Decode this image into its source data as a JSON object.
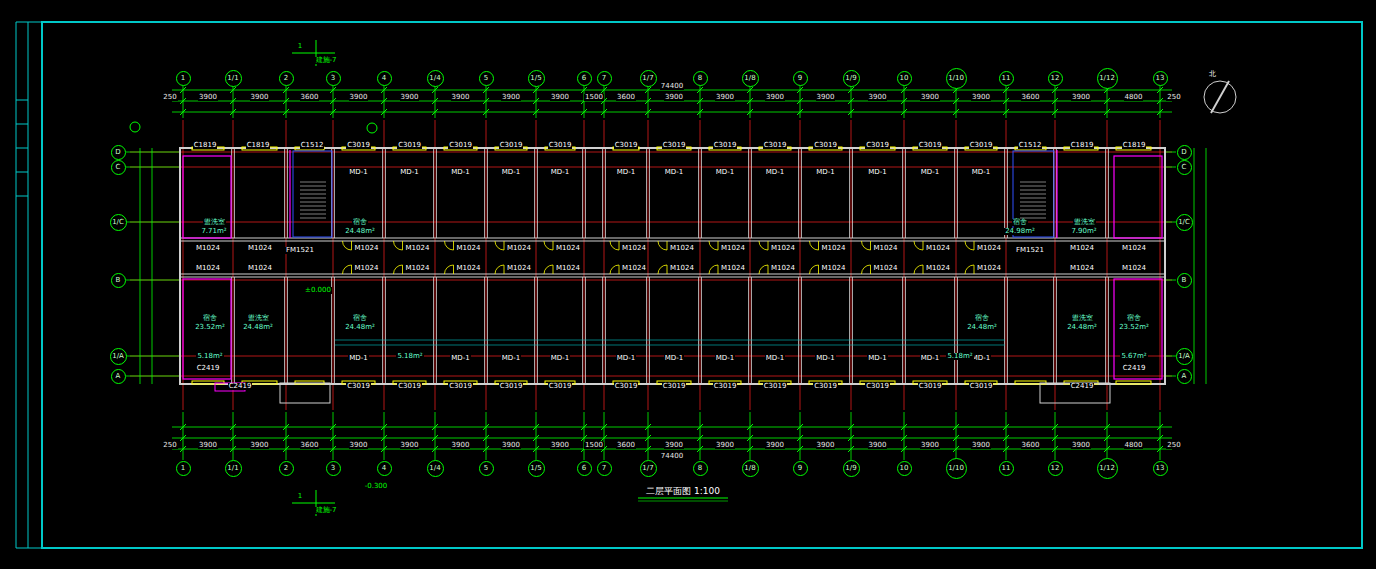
{
  "diagram": {
    "caption": "二层平面图 1:100",
    "nodes": [
      {
        "text": [
          "1"
        ]
      },
      {
        "text": [
          "1/1"
        ]
      },
      {
        "text": [
          "2"
        ]
      },
      {
        "text": [
          "3"
        ]
      },
      {
        "text": [
          "4"
        ]
      },
      {
        "text": [
          "1/4"
        ]
      },
      {
        "text": [
          "5"
        ]
      },
      {
        "text": [
          "1/5"
        ]
      },
      {
        "text": [
          "6"
        ]
      },
      {
        "text": [
          "7"
        ]
      },
      {
        "text": [
          "1/7"
        ]
      },
      {
        "text": [
          "8"
        ]
      },
      {
        "text": [
          "1/8"
        ]
      },
      {
        "text": [
          "9"
        ]
      },
      {
        "text": [
          "1/9"
        ]
      },
      {
        "text": [
          "10"
        ]
      },
      {
        "text": [
          "1/10"
        ]
      },
      {
        "text": [
          "11"
        ]
      },
      {
        "text": [
          "12"
        ]
      },
      {
        "text": [
          "1/12"
        ]
      },
      {
        "text": [
          "13"
        ]
      },
      {
        "text": [
          "1"
        ]
      },
      {
        "text": [
          "1/1"
        ]
      },
      {
        "text": [
          "2"
        ]
      },
      {
        "text": [
          "3"
        ]
      },
      {
        "text": [
          "4"
        ]
      },
      {
        "text": [
          "1/4"
        ]
      },
      {
        "text": [
          "5"
        ]
      },
      {
        "text": [
          "1/5"
        ]
      },
      {
        "text": [
          "6"
        ]
      },
      {
        "text": [
          "7"
        ]
      },
      {
        "text": [
          "1/7"
        ]
      },
      {
        "text": [
          "8"
        ]
      },
      {
        "text": [
          "1/8"
        ]
      },
      {
        "text": [
          "9"
        ]
      },
      {
        "text": [
          "1/9"
        ]
      },
      {
        "text": [
          "10"
        ]
      },
      {
        "text": [
          "1/10"
        ]
      },
      {
        "text": [
          "11"
        ]
      },
      {
        "text": [
          "12"
        ]
      },
      {
        "text": [
          "1/12"
        ]
      },
      {
        "text": [
          "13"
        ]
      },
      {
        "text": [
          "D"
        ]
      },
      {
        "text": [
          "C"
        ]
      },
      {
        "text": [
          "1/C"
        ]
      },
      {
        "text": [
          "B"
        ]
      },
      {
        "text": [
          "1/A"
        ]
      },
      {
        "text": [
          "A"
        ]
      },
      {
        "text": [
          "D"
        ]
      },
      {
        "text": [
          "C"
        ]
      },
      {
        "text": [
          "1/C"
        ]
      },
      {
        "text": [
          "B"
        ]
      },
      {
        "text": [
          "1/A"
        ]
      },
      {
        "text": [
          "A"
        ]
      }
    ],
    "labels": [
      "74400",
      "250",
      "3900",
      "3900",
      "3600",
      "3900",
      "3900",
      "3900",
      "3900",
      "3900",
      "1500",
      "3600",
      "3900",
      "3900",
      "3900",
      "3900",
      "3900",
      "3900",
      "3900",
      "3600",
      "3900",
      "4800",
      "250",
      "74400",
      "250",
      "3900",
      "3900",
      "3600",
      "3900",
      "3900",
      "3900",
      "3900",
      "3900",
      "1500",
      "3600",
      "3900",
      "3900",
      "3900",
      "3900",
      "3900",
      "3900",
      "3900",
      "3600",
      "3900",
      "4800",
      "250",
      "C3019",
      "C3019",
      "C3019",
      "C3019",
      "C3019",
      "C3019",
      "C3019",
      "C3019",
      "C3019",
      "C3019",
      "C3019",
      "C3019",
      "C3019",
      "C3019",
      "C3019",
      "C3019",
      "C3019",
      "C3019",
      "C3019",
      "C3019",
      "C3019",
      "C3019",
      "C3019",
      "C3019",
      "C3019",
      "C3019",
      "M1024",
      "M1024",
      "M1024",
      "M1024",
      "M1024",
      "M1024",
      "M1024",
      "M1024",
      "M1024",
      "M1024",
      "M1024",
      "M1024",
      "M1024",
      "M1024",
      "M1024",
      "M1024",
      "M1024",
      "M1024",
      "M1024",
      "M1024",
      "M1024",
      "M1024",
      "M1024",
      "M1024",
      "M1024",
      "M1024",
      "MD-1",
      "MD-1",
      "MD-1",
      "MD-1",
      "MD-1",
      "MD-1",
      "MD-1",
      "MD-1",
      "MD-1",
      "MD-1",
      "MD-1",
      "MD-1",
      "MD-1",
      "MD-1",
      "MD-1",
      "MD-1",
      "MD-1",
      "MD-1",
      "MD-1",
      "MD-1",
      "MD-1",
      "MD-1",
      "MD-1",
      "MD-1",
      "MD-1",
      "MD-1",
      "C1819",
      "C1819",
      "C1512",
      "C1512",
      "C1819",
      "C1819",
      "C2419",
      "C2419",
      "C2419",
      "C2419",
      "FM1521",
      "FM1521",
      "盥洗室",
      "7.71m²",
      "宿舍",
      "24.48m²",
      "宿舍",
      "24.98m²",
      "盥洗室",
      "7.90m²",
      "宿舍",
      "23.52m²",
      "盥洗室",
      "24.48m²",
      "宿舍",
      "24.48m²",
      "宿舍",
      "24.48m²",
      "盥洗室",
      "24.48m²",
      "宿舍",
      "23.52m²",
      "5.18m²",
      "5.18m²",
      "5.18m²",
      "5.67m²",
      "M1024",
      "M1024",
      "M1024",
      "M1024",
      "M1024",
      "M1024",
      "M1024",
      "M1024",
      "1",
      "建施-7",
      "1",
      "建施-7",
      "-0.300",
      "±0.000",
      "北"
    ]
  }
}
